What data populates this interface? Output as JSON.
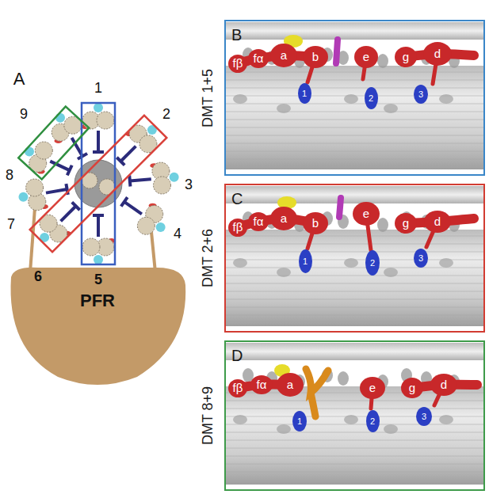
{
  "diagram": {
    "nodes": [
      {
        "text": [
          "PFR"
        ]
      },
      {
        "text": [
          "B",
          "DMT 1+5"
        ]
      },
      {
        "text": [
          "fβ"
        ],
        "in": 1
      },
      {
        "text": [
          "fα"
        ],
        "in": 1
      },
      {
        "text": [
          "a"
        ],
        "in": 1
      },
      {
        "text": [
          "b"
        ],
        "in": 1
      },
      {
        "text": [
          "e"
        ],
        "in": 1
      },
      {
        "text": [
          "g"
        ],
        "in": 1
      },
      {
        "text": [
          "d"
        ],
        "in": 1
      },
      {
        "text": [
          "1"
        ],
        "in": 1
      },
      {
        "text": [
          "2"
        ],
        "in": 1
      },
      {
        "text": [
          "3"
        ],
        "in": 1
      },
      {
        "text": [
          "C",
          "DMT 2+6"
        ]
      },
      {
        "text": [
          "fβ"
        ],
        "in": 12
      },
      {
        "text": [
          "fα"
        ],
        "in": 12
      },
      {
        "text": [
          "a"
        ],
        "in": 12
      },
      {
        "text": [
          "b"
        ],
        "in": 12
      },
      {
        "text": [
          "e"
        ],
        "in": 12
      },
      {
        "text": [
          "g"
        ],
        "in": 12
      },
      {
        "text": [
          "d"
        ],
        "in": 12
      },
      {
        "text": [
          "1"
        ],
        "in": 12
      },
      {
        "text": [
          "2"
        ],
        "in": 12
      },
      {
        "text": [
          "3"
        ],
        "in": 12
      },
      {
        "text": [
          "D",
          "DMT 8+9"
        ]
      },
      {
        "text": [
          "fβ"
        ],
        "in": 23
      },
      {
        "text": [
          "fα"
        ],
        "in": 23
      },
      {
        "text": [
          "a"
        ],
        "in": 23
      },
      {
        "text": [
          "e"
        ],
        "in": 23
      },
      {
        "text": [
          "g"
        ],
        "in": 23
      },
      {
        "text": [
          "d"
        ],
        "in": 23
      },
      {
        "text": [
          "1"
        ],
        "in": 23
      },
      {
        "text": [
          "2"
        ],
        "in": 23
      },
      {
        "text": [
          "3"
        ],
        "in": 23
      }
    ],
    "labels": [
      "A",
      "1",
      "9",
      "2",
      "8",
      "3",
      "7",
      "4",
      "6",
      "5"
    ]
  }
}
